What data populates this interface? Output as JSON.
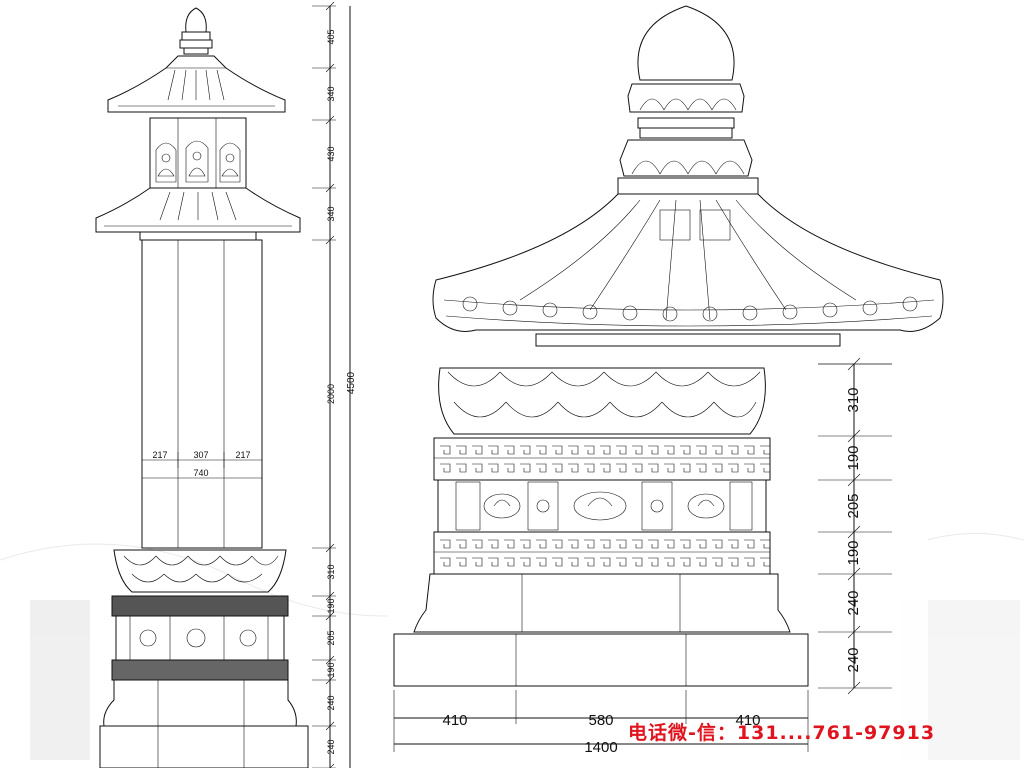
{
  "left_elevation": {
    "vertical_dims": [
      "405",
      "340",
      "430",
      "340",
      "2000",
      "310",
      "190",
      "205",
      "190",
      "240",
      "240"
    ],
    "total_height": "4500",
    "width_dims": [
      "217",
      "307",
      "217"
    ],
    "width_total": "740"
  },
  "right_detail": {
    "vertical_dims": [
      "310",
      "190",
      "205",
      "190",
      "240",
      "240"
    ],
    "width_dims": [
      "410",
      "580",
      "410"
    ],
    "width_total": "1400"
  },
  "contact_text": "电话微-信：131....761-97913",
  "colors": {
    "line": "#111111",
    "watermark": "#e0141e",
    "background": "#ffffff"
  }
}
